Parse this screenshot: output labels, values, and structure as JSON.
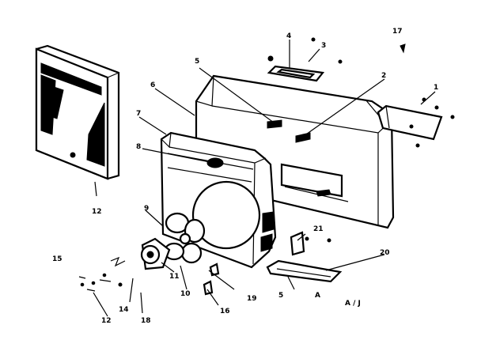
{
  "labels": {
    "l1": "1",
    "l2": "2",
    "l3": "3",
    "l4": "4",
    "l5": "5",
    "l6": "6",
    "l7": "7",
    "l8": "8",
    "l9": "9",
    "l10": "10",
    "l11": "11",
    "l12a": "12",
    "l12b": "12",
    "l14": "14",
    "l15": "15",
    "l16": "16",
    "l17": "17",
    "l18": "18",
    "l19": "19",
    "l20": "20",
    "l21": "21",
    "l5b": "5",
    "lA": "A",
    "ref": "A / J"
  }
}
